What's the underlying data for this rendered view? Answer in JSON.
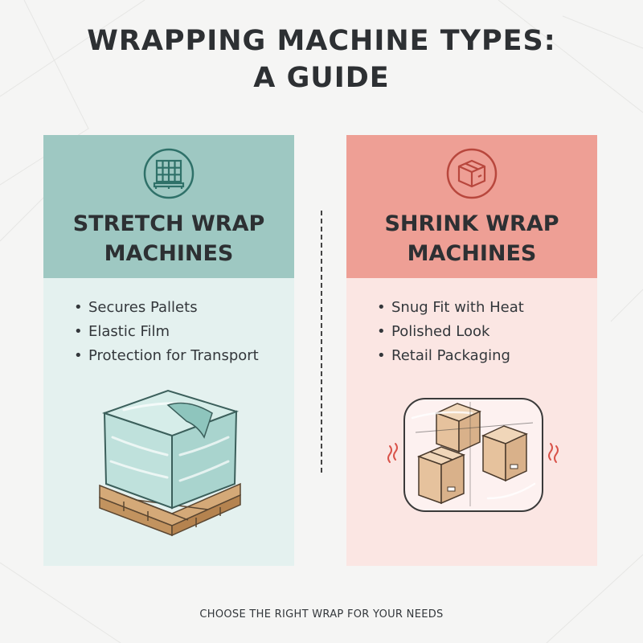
{
  "title": {
    "line1": "WRAPPING MACHINE TYPES:",
    "line2": "A GUIDE"
  },
  "cards": [
    {
      "id": "stretch",
      "title_line1": "STRETCH WRAP",
      "title_line2": "MACHINES",
      "icon": "pallet-grid-icon",
      "accent": "#9ec8c2",
      "bullets": [
        "Secures Pallets",
        "Elastic Film",
        "Protection for Transport"
      ]
    },
    {
      "id": "shrink",
      "title_line1": "SHRINK WRAP",
      "title_line2": "MACHINES",
      "icon": "box-icon",
      "accent": "#ee9f95",
      "bullets": [
        "Snug Fit with Heat",
        "Polished Look",
        "Retail Packaging"
      ]
    }
  ],
  "footer": "CHOOSE THE RIGHT WRAP FOR YOUR NEEDS"
}
